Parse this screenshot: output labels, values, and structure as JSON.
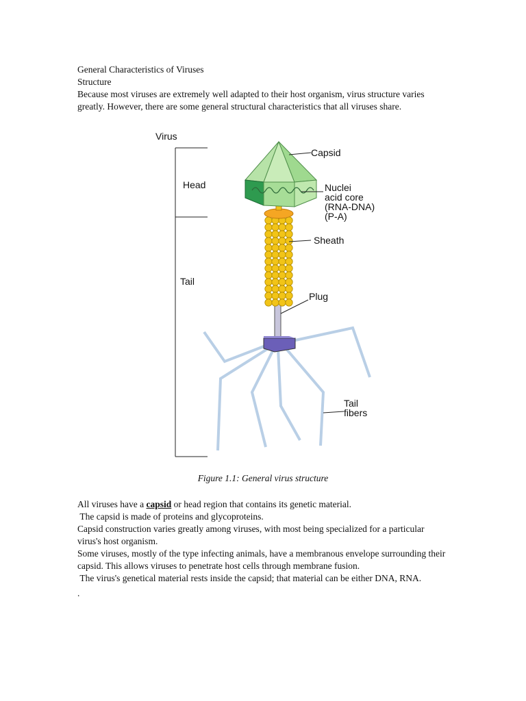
{
  "document": {
    "heading": "General Characteristics of Viruses",
    "subheading": "Structure",
    "intro": "Because most viruses are extremely well adapted to their host organism, virus structure varies greatly. However, there are some general structural characteristics that all viruses share."
  },
  "figure": {
    "labels": {
      "virus": "Virus",
      "head": "Head",
      "tail": "Tail",
      "capsid": "Capsid",
      "nucleic_line1": "Nuclei",
      "nucleic_line2": "acid core",
      "nucleic_line3": "(RNA-DNA)",
      "nucleic_line4": "(P-A)",
      "sheath": "Sheath",
      "plug": "Plug",
      "tail_fibers_line1": "Tail",
      "tail_fibers_line2": "fibers"
    },
    "caption": "Figure 1.1: General virus structure",
    "colors": {
      "capsid_light": "#9fd98f",
      "capsid_dark": "#2e9a4f",
      "sheath": "#f2c418",
      "collar": "#f5a623",
      "base_plate": "#6b5fb8",
      "fibers": "#b9cfe6"
    }
  },
  "body": {
    "p1_before": "All viruses have a ",
    "p1_bold": "capsid",
    "p1_after": " or head region that contains its genetic material.",
    "p2": " The capsid is made of proteins and glycoproteins.",
    "p3": "Capsid construction varies greatly among viruses, with most being specialized for a particular virus's host organism.",
    "p4": "Some viruses, mostly of the type infecting animals, have a membranous envelope surrounding their capsid. This allows viruses to penetrate host cells through membrane fusion.",
    "p5": " The virus's genetical material rests inside the capsid; that material can be either DNA, RNA.",
    "p6": "."
  }
}
